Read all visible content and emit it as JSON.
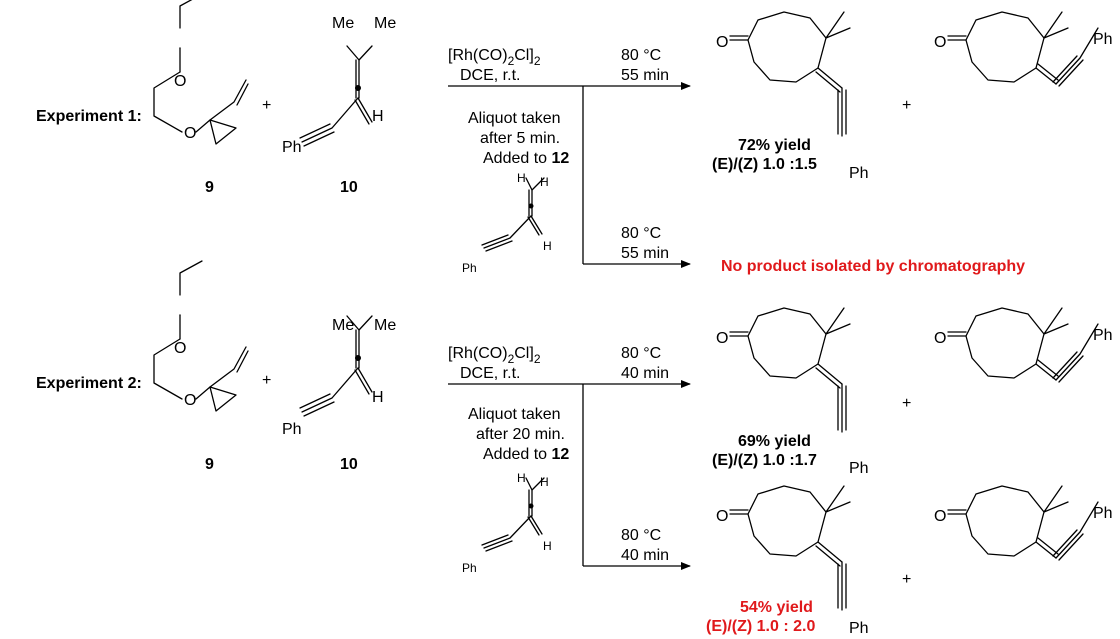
{
  "experiments": [
    {
      "label": "Experiment 1:",
      "reactant_a": "9",
      "reactant_b": "10",
      "plus": "+",
      "cond_reagent_main": "[Rh(CO)",
      "cond_reagent_sub": "2",
      "cond_reagent_mid": "Cl]",
      "cond_reagent_sub2": "2",
      "cond_solvent": "DCE, r.t.",
      "upper_temp": "80 °C",
      "upper_time": "55 min",
      "aliquot_line1": "Aliquot taken",
      "aliquot_line2": "after 5 min.",
      "aliquot_line3_pre": "Added to ",
      "aliquot_line3_bold": "12",
      "lower_temp": "80 °C",
      "lower_time": "55 min",
      "upper_yield": "72% yield",
      "upper_ratio": "(E)/(Z) 1.0 :1.5",
      "lower_result": "No product isolated by chromatography"
    },
    {
      "label": "Experiment 2:",
      "reactant_a": "9",
      "reactant_b": "10",
      "plus": "+",
      "cond_reagent_main": "[Rh(CO)",
      "cond_reagent_sub": "2",
      "cond_reagent_mid": "Cl]",
      "cond_reagent_sub2": "2",
      "cond_solvent": "DCE, r.t.",
      "upper_temp": "80 °C",
      "upper_time": "40 min",
      "aliquot_line1": "Aliquot taken",
      "aliquot_line2": "after 20 min.",
      "aliquot_line3_pre": "Added to ",
      "aliquot_line3_bold": "12",
      "lower_temp": "80 °C",
      "lower_time": "40 min",
      "upper_yield": "69% yield",
      "upper_ratio": "(E)/(Z) 1.0 :1.7",
      "lower_yield": "54% yield",
      "lower_ratio": "(E)/(Z) 1.0 : 2.0"
    }
  ],
  "atoms": {
    "me": "Me",
    "h": "H",
    "ph": "Ph",
    "o": "O"
  },
  "colors": {
    "highlight": "#e0191b"
  }
}
